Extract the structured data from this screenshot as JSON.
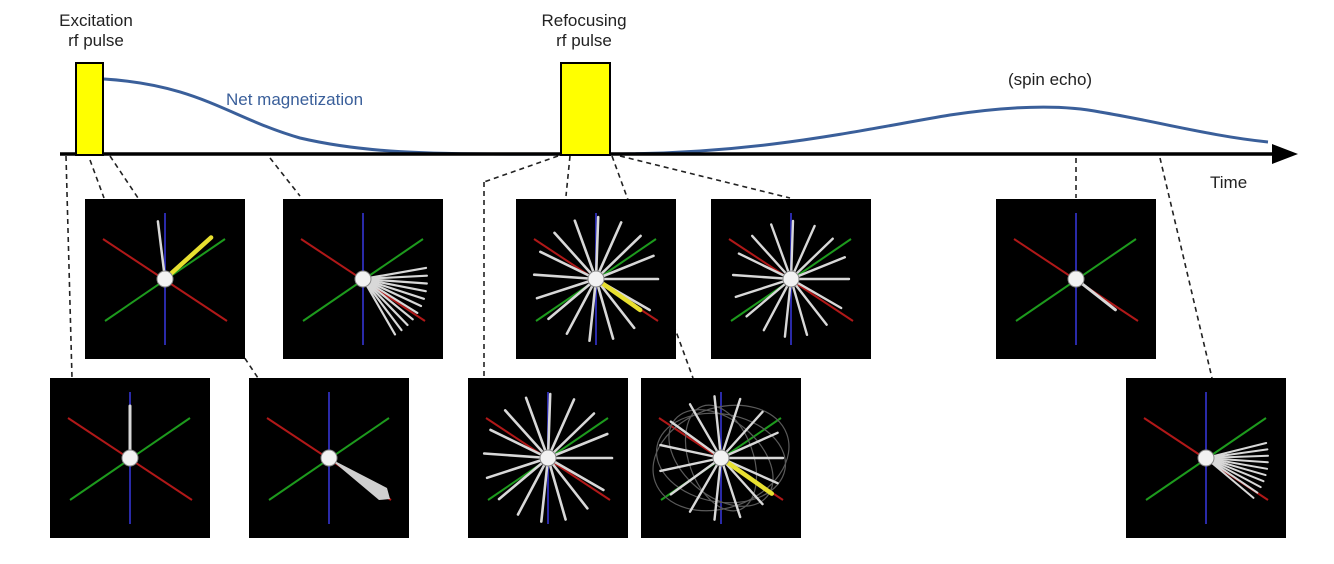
{
  "labels": {
    "excitation_line1": "Excitation",
    "excitation_line2": "rf pulse",
    "refocusing_line1": "Refocusing",
    "refocusing_line2": "rf pulse",
    "net_magnetization": "Net magnetization",
    "spin_echo": "(spin echo)",
    "time_axis": "Time"
  },
  "colors": {
    "rf_pulse": "#ffff00",
    "magnetization_curve": "#3a5f9a",
    "axis_x": "#b01818",
    "axis_y": "#1d9a1d",
    "axis_z": "#2a2aa8",
    "spin_vector": "#d8d8d8",
    "highlight_vector": "#e8e030",
    "panel_background": "#000000"
  },
  "panels": [
    {
      "name": "panel-equilibrium",
      "state": "equilibrium"
    },
    {
      "name": "panel-after-excitation",
      "state": "tipping"
    },
    {
      "name": "panel-early-dephasing",
      "state": "dephasing-start"
    },
    {
      "name": "panel-dephased-fan",
      "state": "dephasing"
    },
    {
      "name": "panel-full-dephase",
      "state": "dephased"
    },
    {
      "name": "panel-pre-refocus",
      "state": "fully-dephased"
    },
    {
      "name": "panel-refocusing",
      "state": "refocusing"
    },
    {
      "name": "panel-rephasing",
      "state": "rephasing"
    },
    {
      "name": "panel-echo",
      "state": "echo"
    },
    {
      "name": "panel-post-echo",
      "state": "post-echo"
    }
  ]
}
